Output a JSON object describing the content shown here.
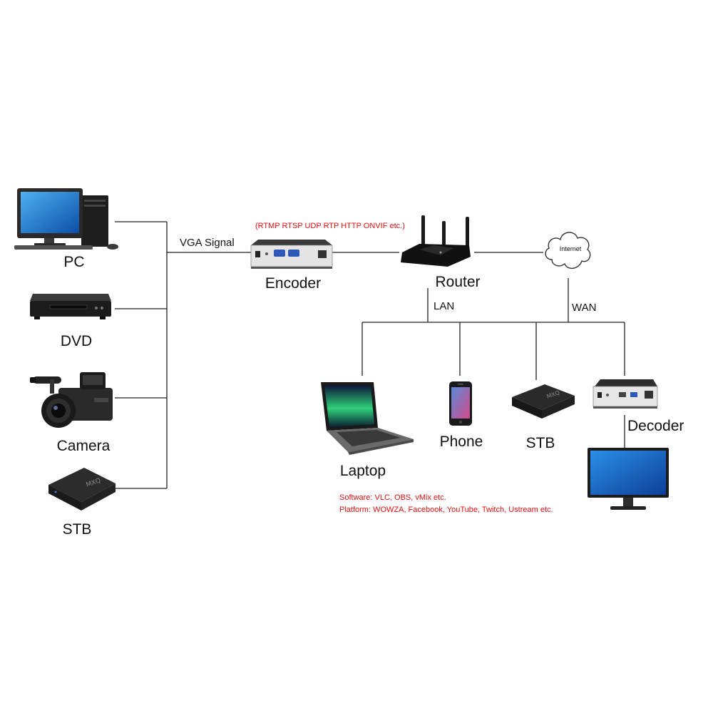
{
  "colors": {
    "line": "#222222",
    "annotation": "#e01010",
    "label": "#111111"
  },
  "sources": {
    "pc": "PC",
    "dvd": "DVD",
    "camera": "Camera",
    "stb": "STB"
  },
  "links": {
    "vga_signal": "VGA Signal",
    "lan": "LAN",
    "wan": "WAN"
  },
  "encoder": {
    "label": "Encoder",
    "protocols": "(RTMP RTSP UDP RTP HTTP ONVIF etc.)"
  },
  "router": {
    "label": "Router"
  },
  "internet": {
    "label": "Internet"
  },
  "clients": {
    "laptop": "Laptop",
    "phone": "Phone",
    "stb": "STB",
    "decoder": "Decoder"
  },
  "notes": {
    "software": "Software: VLC, OBS, vMix etc.",
    "platform": "Platform: WOWZA, Facebook, YouTube, Twitch, Ustream etc."
  }
}
